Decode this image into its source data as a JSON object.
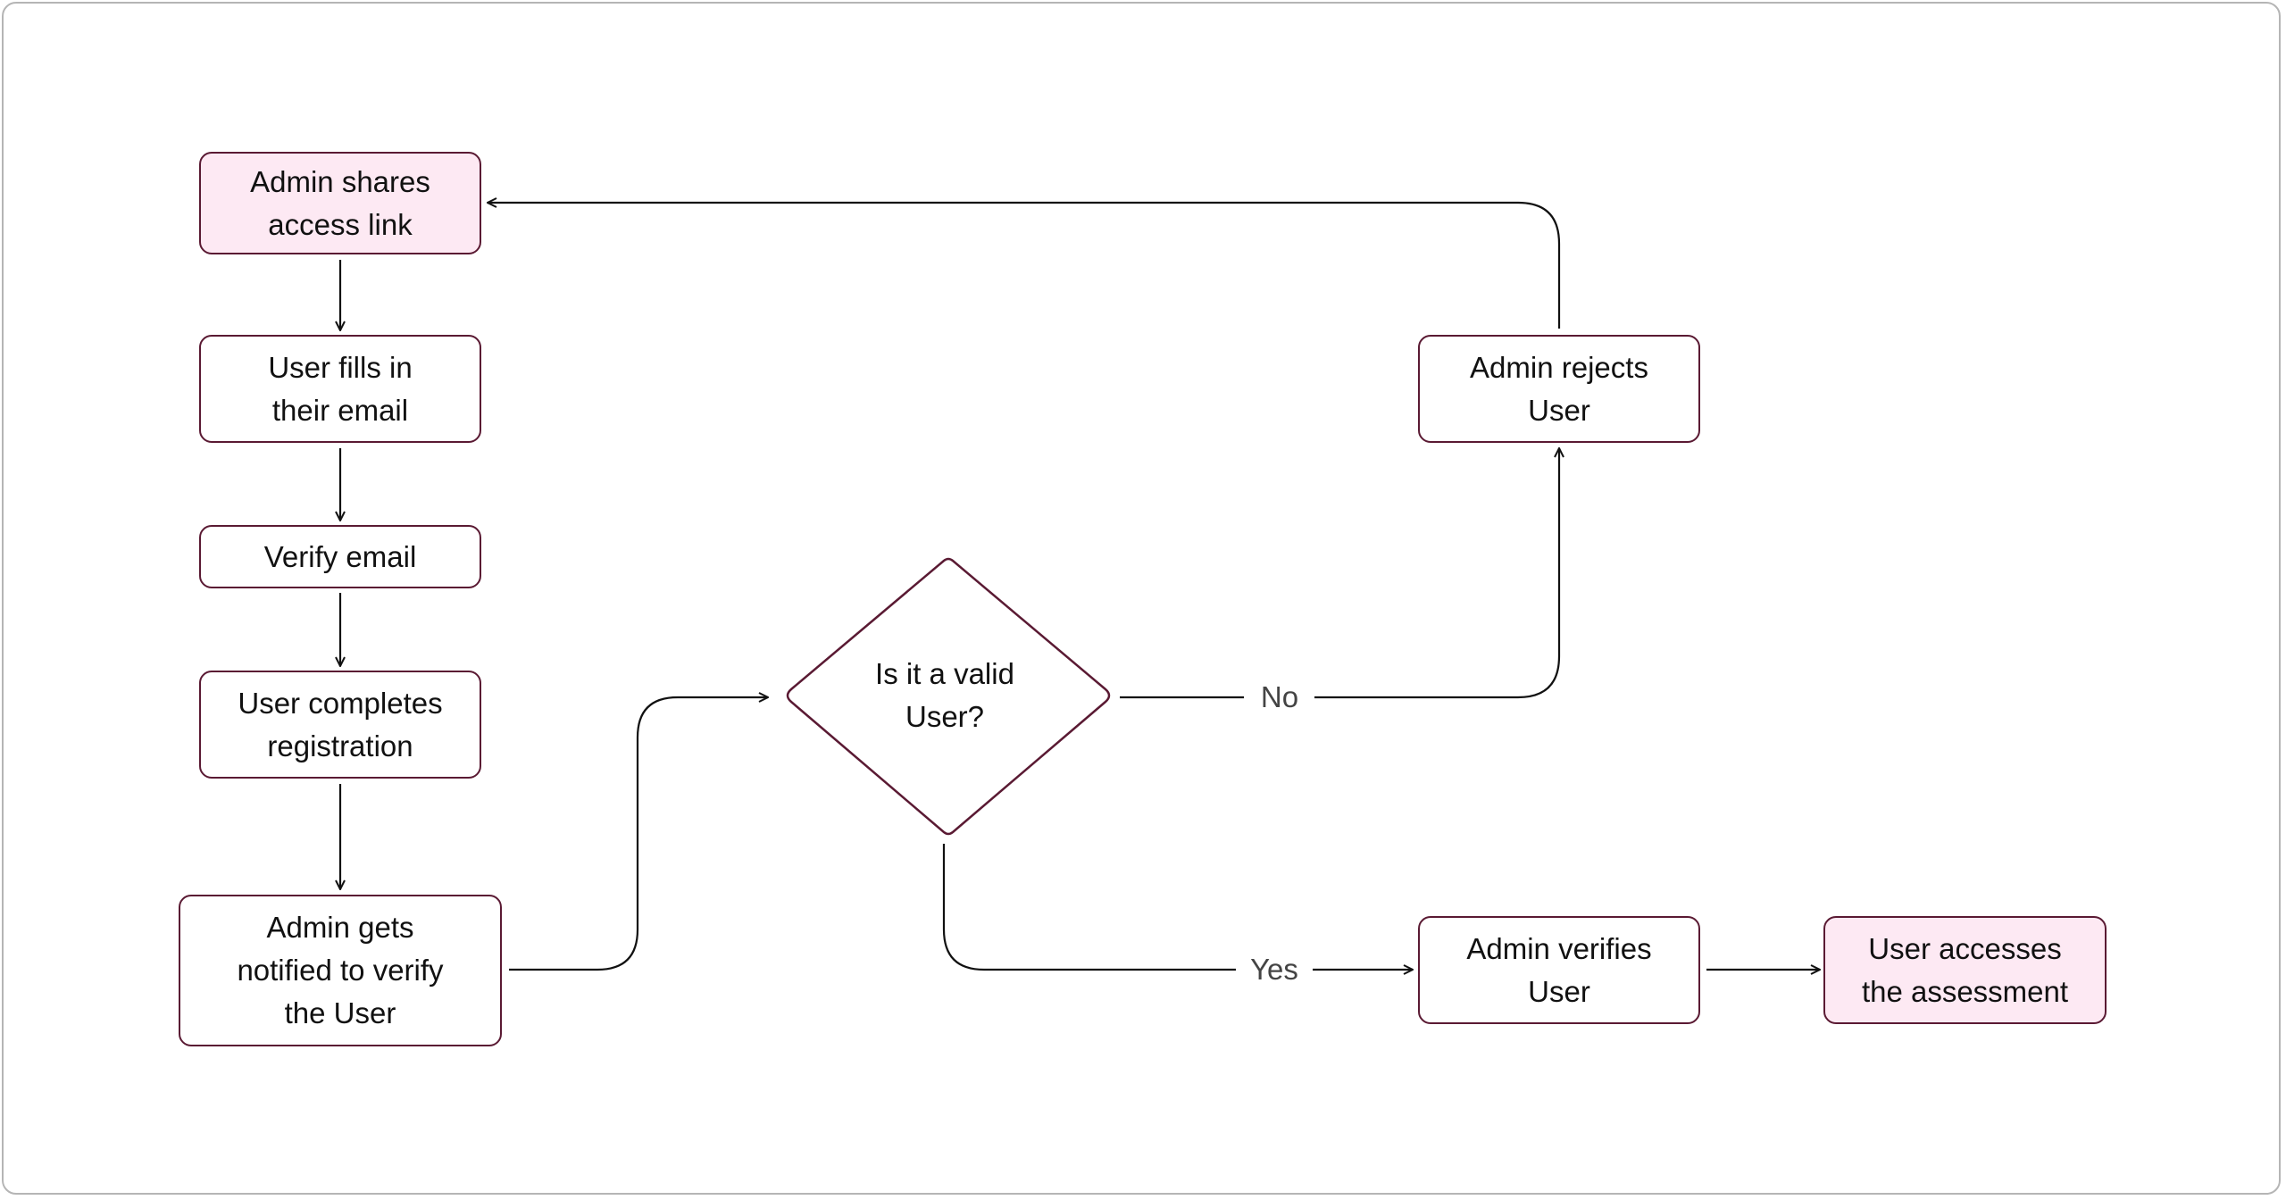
{
  "colors": {
    "node_border": "#5a1a33",
    "start_end_fill": "#fde9f3",
    "node_fill": "#ffffff",
    "edge_stroke": "#111111",
    "frame_border": "#b5b5b5"
  },
  "nodes": {
    "share_link": "Admin shares\naccess link",
    "fill_email": "User fills in\ntheir email",
    "verify_email": "Verify email",
    "complete_registration": "User completes\nregistration",
    "admin_notified": "Admin gets\nnotified to verify\nthe User",
    "decision": "Is it a valid\nUser?",
    "admin_rejects": "Admin rejects\nUser",
    "admin_verifies": "Admin verifies\nUser",
    "user_accesses": "User accesses\nthe assessment"
  },
  "edges": {
    "no_label": "No",
    "yes_label": "Yes"
  }
}
